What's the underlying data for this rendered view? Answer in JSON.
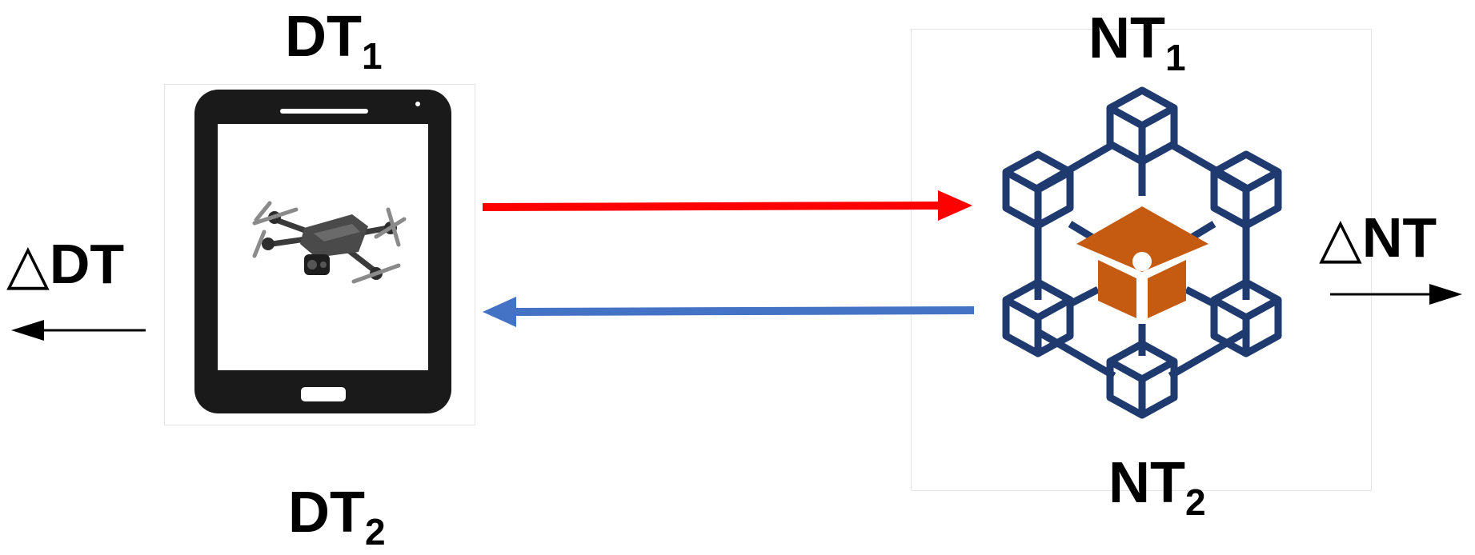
{
  "labels": {
    "dt1": {
      "main": "DT",
      "sub": "1"
    },
    "dt2": {
      "main": "DT",
      "sub": "2"
    },
    "nt1": {
      "main": "NT",
      "sub": "1"
    },
    "nt2": {
      "main": "NT",
      "sub": "2"
    },
    "delta_dt": {
      "symbol": "△",
      "text": "DT"
    },
    "delta_nt": {
      "symbol": "△",
      "text": "NT"
    }
  },
  "colors": {
    "forward_arrow": "#ff0000",
    "backward_arrow": "#4472c4",
    "network": "#1f3a6e",
    "twin_icon": "#c55a11",
    "device": "#1a1a1a"
  },
  "icons": [
    "phone-icon",
    "drone-icon",
    "blockchain-network-icon",
    "graduation-cap-icon"
  ]
}
